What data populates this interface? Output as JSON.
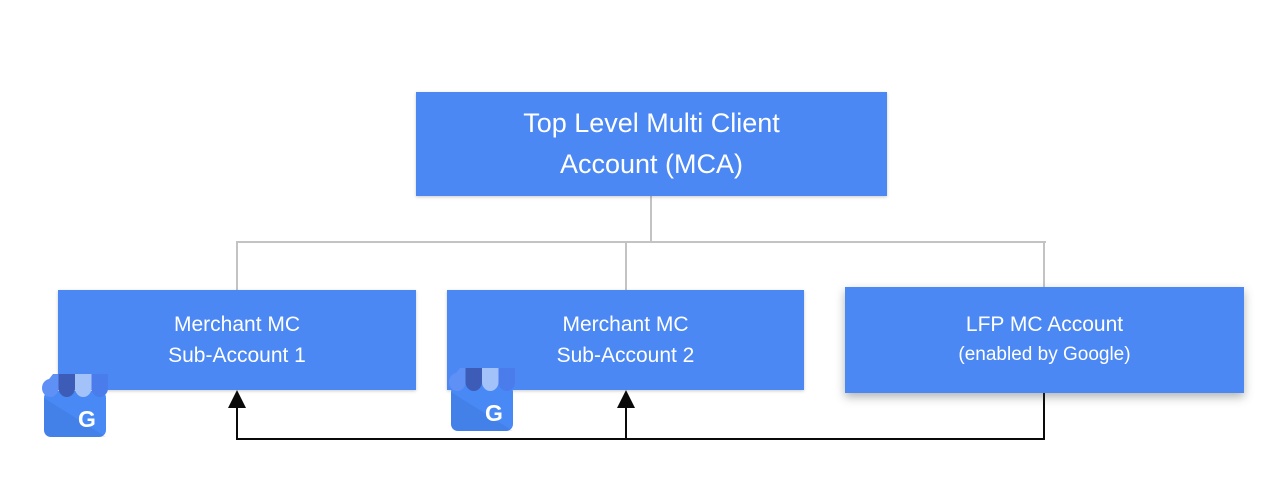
{
  "diagram": {
    "type": "org-chart",
    "background": "#ffffff",
    "colors": {
      "node_fill": "#4C88F4",
      "node_text": "#FFFFFF",
      "tree_line": "#C3C3C3",
      "arrow_line": "#0A0A0A",
      "gmb_body": "#4989F5",
      "gmb_stripe_medium": "#5F90F6",
      "gmb_stripe_dark": "#3D5CB8",
      "gmb_stripe_light": "#A3C2F9",
      "gmb_stripe_blue": "#4B7CEC"
    },
    "nodes": {
      "mca": {
        "line1": "Top Level Multi Client",
        "line2": "Account (MCA)"
      },
      "sub1": {
        "line1": "Merchant MC",
        "line2": "Sub-Account 1"
      },
      "sub2": {
        "line1": "Merchant MC",
        "line2": "Sub-Account 2"
      },
      "lfp": {
        "line1": "LFP MC Account",
        "line2": "(enabled by Google)"
      }
    },
    "icons": {
      "google_my_business_letter": "G"
    },
    "edges": {
      "tree": [
        "Top Level Multi Client Account (MCA) → Merchant MC Sub-Account 1",
        "Top Level Multi Client Account (MCA) → Merchant MC Sub-Account 2",
        "Top Level Multi Client Account (MCA) → LFP MC Account (enabled by Google)"
      ],
      "arrows": [
        "LFP MC Account (enabled by Google) → Merchant MC Sub-Account 1",
        "LFP MC Account (enabled by Google) → Merchant MC Sub-Account 2"
      ]
    }
  }
}
